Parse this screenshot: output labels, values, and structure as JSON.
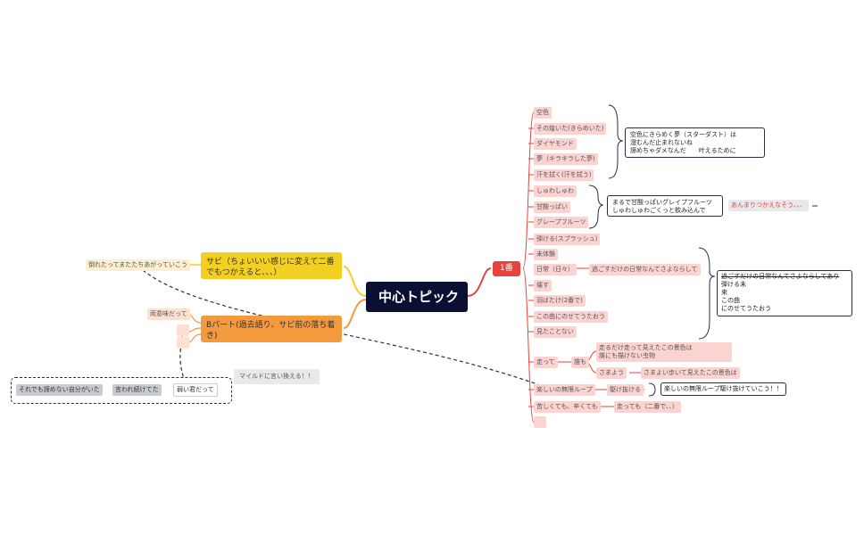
{
  "central_topic": "中心トピック",
  "branch_1": {
    "label": "1番",
    "items": [
      "空色",
      "その煌いた(きらめいた)",
      "ダイヤモンド",
      "夢（キラキラした夢)",
      "汗を拭く(汗を拭う)",
      "しゅわしゅわ",
      "甘酸っぱい",
      "グレープフルーツ",
      "弾ける(スプラッシュ)",
      "未体験",
      "日常（日々）",
      "壊す",
      "羽ばたけ(2番で)",
      "この曲にのせてうたおう",
      "見たことない",
      "走って",
      "楽しいの無限ループ",
      "苦しくても、辛くても",
      ""
    ],
    "note_1": [
      "空色にきらめく夢（スターダスト）は",
      "澄むんだ止まれないね",
      "諦めちゃダメなんだ　　叶えるために"
    ],
    "note_2": [
      "まるで甘酸っぱいグレイプフルーツ",
      "しゅわしゅわごくっと飲み込んで"
    ],
    "note_2_tag": "あんまりつかえなそう、、、",
    "everyday_sub": "過ごすだけの日常なんてさよならして",
    "note_3_strike": "過ごすだけの日常なんてさよならしてあり",
    "note_3_lines": [
      "弾ける未",
      "来",
      "この曲",
      "にのせてうたおう"
    ],
    "run_sub": "誰も",
    "run_sub_1": "走るだけ走って見えたこの景色は\n誰にも描けない虫物",
    "run_sub_2": "さまよう",
    "run_sub_2b": "さまよい歩いて見えたこの景色は",
    "loop_sub": "駆け抜ける",
    "loop_note": "楽しいの無限ループ駆け抜けていこう！！",
    "hard_sub": "走っても（二番で、、）"
  },
  "sabi": {
    "label": "サビ（ちょいいい感じに変えて二番でもつかえると、、、）",
    "sub": "倒れたってまたたちあがっていこう"
  },
  "bpart": {
    "label": "Bパート(過去語り、サビ前の落ち着き)",
    "sub_1": "両意味だって",
    "sub_2": "",
    "sub_3": "",
    "mild": "マイルドに言い換える！！"
  },
  "floating": {
    "a": "それでも諦めない自分がいた",
    "b": "言われ続けてた",
    "c": "弱い君だって"
  },
  "colors": {
    "central": "#0b0f33",
    "branch_1": "#e8433a",
    "sabi": "#f2cf21",
    "bpart": "#f39a3f",
    "sub_pink": "#fbd3d0"
  }
}
